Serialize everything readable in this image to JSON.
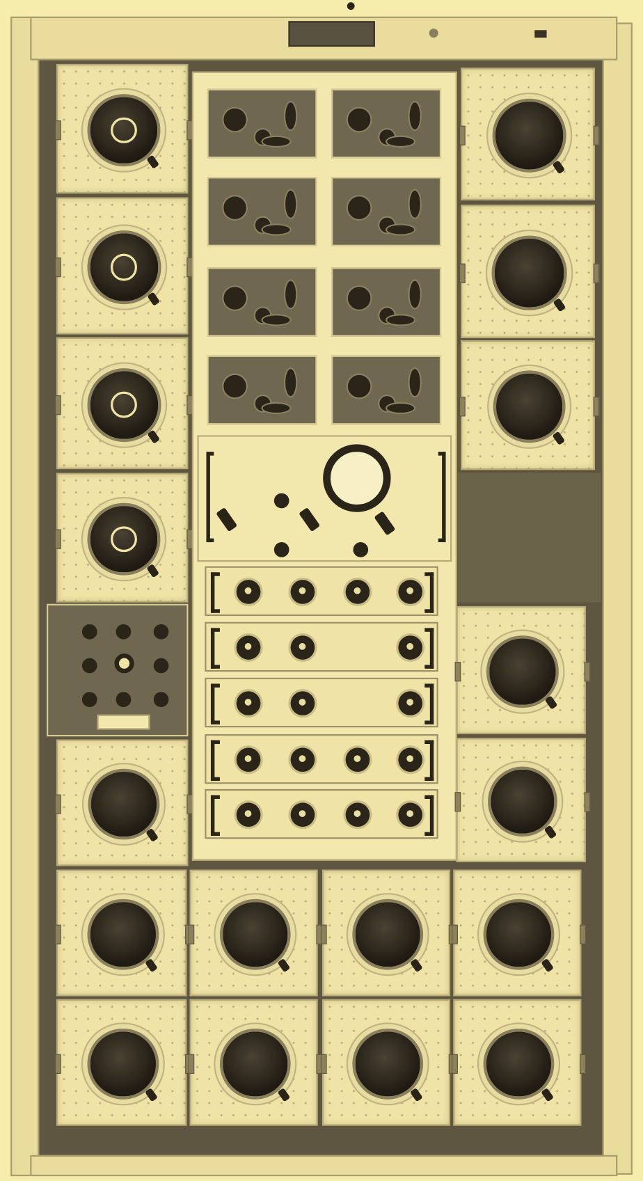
{
  "subject": "analog-computer-equipment-rack",
  "colors": {
    "paper": "#f6ecac",
    "panel": "#efe4a6",
    "dark": "#5e5640",
    "knob": "#2b2519"
  },
  "center": {
    "plug_modules": 8,
    "knobs_per_strip": [
      4,
      3,
      3,
      4,
      4
    ]
  },
  "left_column_dial_panels": 5,
  "right_column_dial_panels": 5,
  "bottom_grid": {
    "rows": 2,
    "cols": 4
  }
}
